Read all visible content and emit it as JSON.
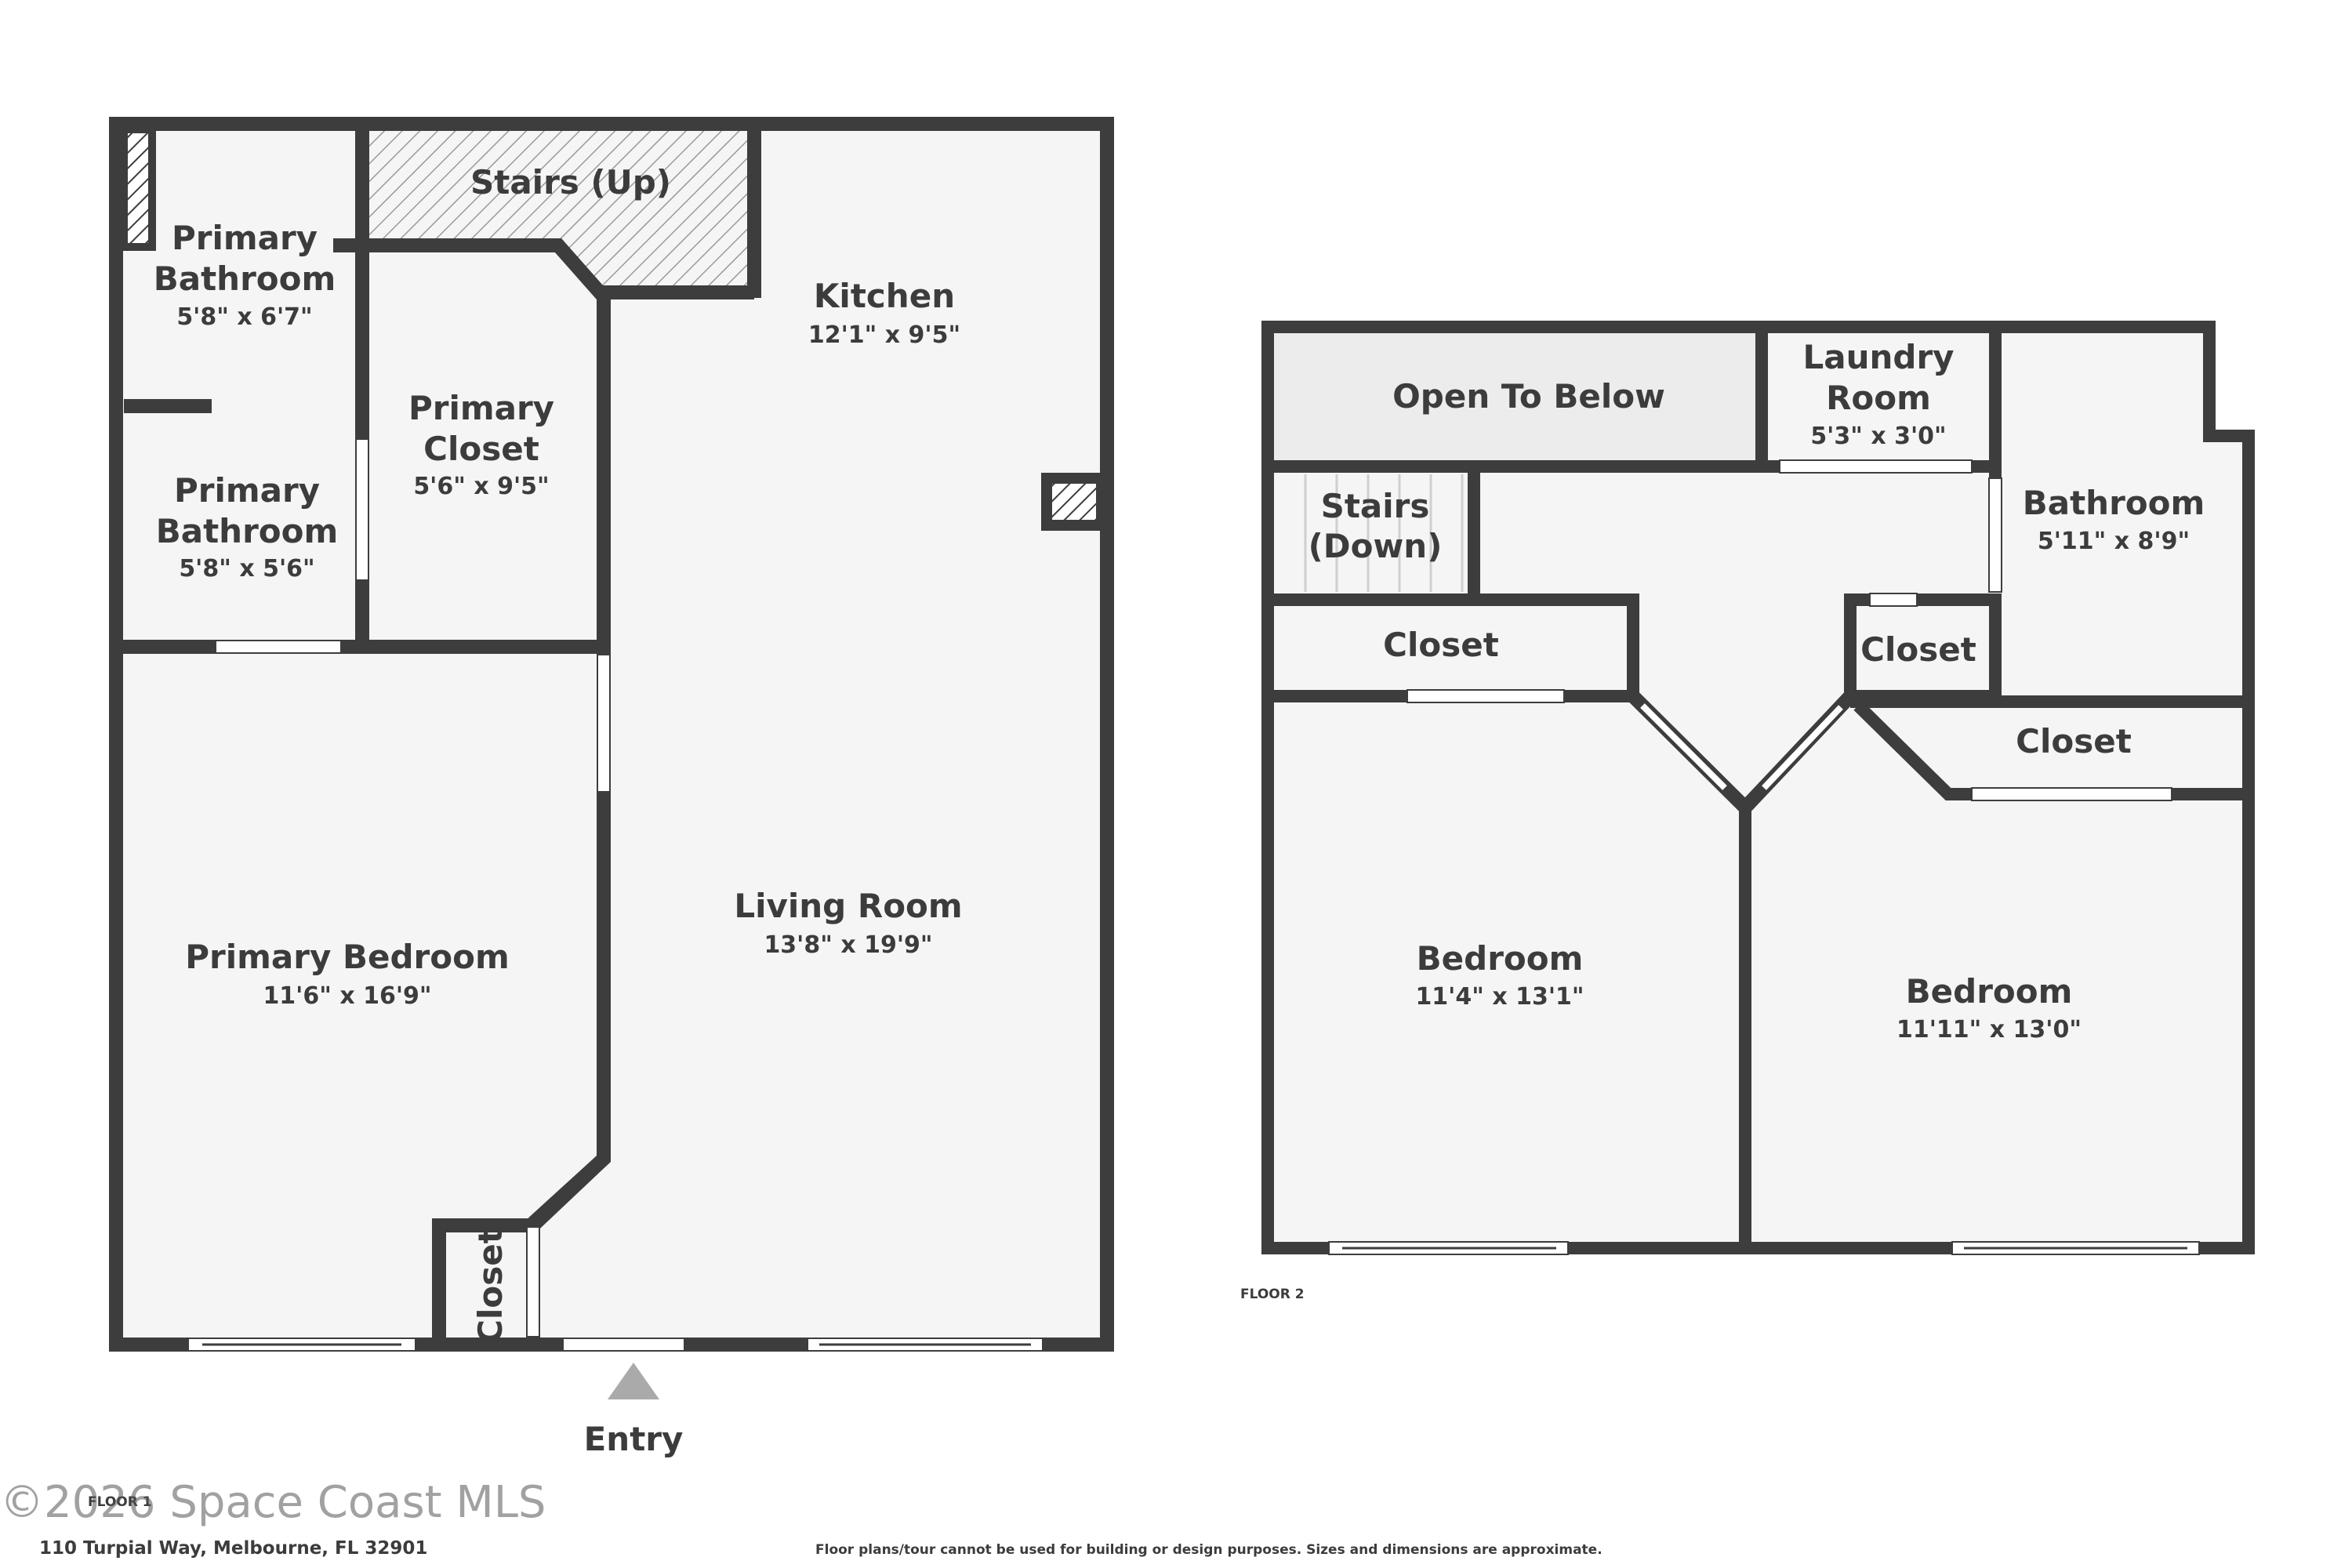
{
  "floor1": {
    "rooms": {
      "primary_bath_1": {
        "name_line1": "Primary",
        "name_line2": "Bathroom",
        "dims": "5'8\" x 6'7\""
      },
      "primary_bath_2": {
        "name_line1": "Primary",
        "name_line2": "Bathroom",
        "dims": "5'8\" x 5'6\""
      },
      "stairs_up": {
        "name": "Stairs (Up)"
      },
      "primary_closet": {
        "name_line1": "Primary",
        "name_line2": "Closet",
        "dims": "5'6\" x 9'5\""
      },
      "kitchen": {
        "name": "Kitchen",
        "dims": "12'1\" x 9'5\""
      },
      "living_room": {
        "name": "Living Room",
        "dims": "13'8\" x 19'9\""
      },
      "primary_bedroom": {
        "name": "Primary Bedroom",
        "dims": "11'6\" x 16'9\""
      },
      "closet": {
        "name": "Closet"
      }
    },
    "entry_label": "Entry",
    "floor_label": "FLOOR 1"
  },
  "floor2": {
    "rooms": {
      "open_to_below": {
        "name": "Open To Below"
      },
      "laundry": {
        "name_line1": "Laundry",
        "name_line2": "Room",
        "dims": "5'3\" x 3'0\""
      },
      "bathroom": {
        "name": "Bathroom",
        "dims": "5'11\" x 8'9\""
      },
      "stairs_down": {
        "name_line1": "Stairs",
        "name_line2": "(Down)"
      },
      "closet_left": {
        "name": "Closet"
      },
      "closet_mid": {
        "name": "Closet"
      },
      "closet_right": {
        "name": "Closet"
      },
      "bedroom_left": {
        "name": "Bedroom",
        "dims": "11'4\" x 13'1\""
      },
      "bedroom_right": {
        "name": "Bedroom",
        "dims": "11'11\" x 13'0\""
      }
    },
    "floor_label": "FLOOR 2"
  },
  "footer": {
    "address": "110 Turpial Way, Melbourne, FL 32901",
    "watermark": "©2026 Space Coast MLS",
    "disclaimer": "Floor plans/tour cannot be used for building or design purposes. Sizes and dimensions are approximate."
  },
  "colors": {
    "wall": "#3d3d3d",
    "floor": "#f5f5f5",
    "open_area": "#ececec",
    "window": "#ffffff",
    "text": "#3c3c3c"
  }
}
